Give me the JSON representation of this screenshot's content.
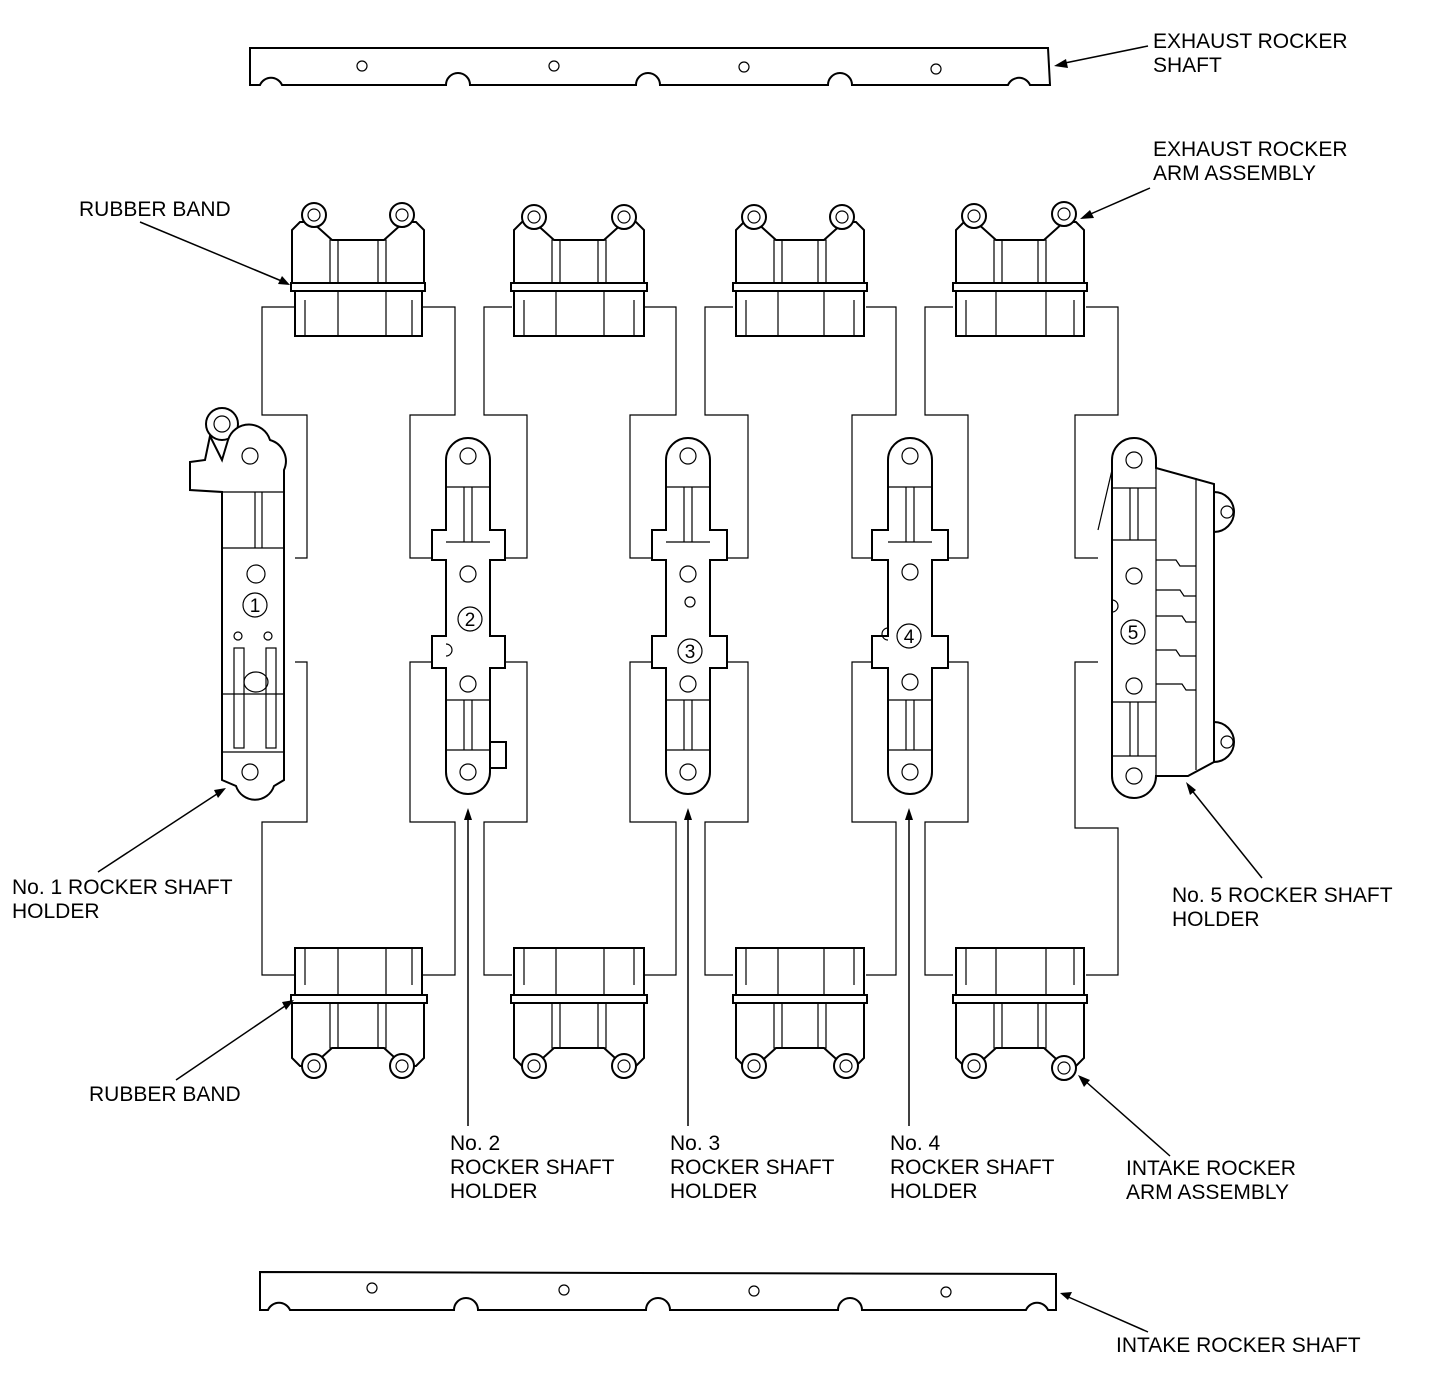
{
  "labels": {
    "exhaust_rocker_shaft": [
      "EXHAUST ROCKER",
      "SHAFT"
    ],
    "exhaust_rocker_arm_assembly": [
      "EXHAUST ROCKER",
      "ARM ASSEMBLY"
    ],
    "rubber_band_top": [
      "RUBBER BAND"
    ],
    "rubber_band_bottom": [
      "RUBBER BAND"
    ],
    "holder_1": [
      "No. 1 ROCKER SHAFT",
      "HOLDER"
    ],
    "holder_2": [
      "No. 2",
      "ROCKER SHAFT",
      "HOLDER"
    ],
    "holder_3": [
      "No. 3",
      "ROCKER SHAFT",
      "HOLDER"
    ],
    "holder_4": [
      "No. 4",
      "ROCKER SHAFT",
      "HOLDER"
    ],
    "holder_5": [
      "No. 5 ROCKER SHAFT",
      "HOLDER"
    ],
    "intake_rocker_arm_assembly": [
      "INTAKE ROCKER",
      "ARM ASSEMBLY"
    ],
    "intake_rocker_shaft": [
      "INTAKE ROCKER SHAFT"
    ]
  },
  "holder_numbers": [
    "1",
    "2",
    "3",
    "4",
    "5"
  ]
}
